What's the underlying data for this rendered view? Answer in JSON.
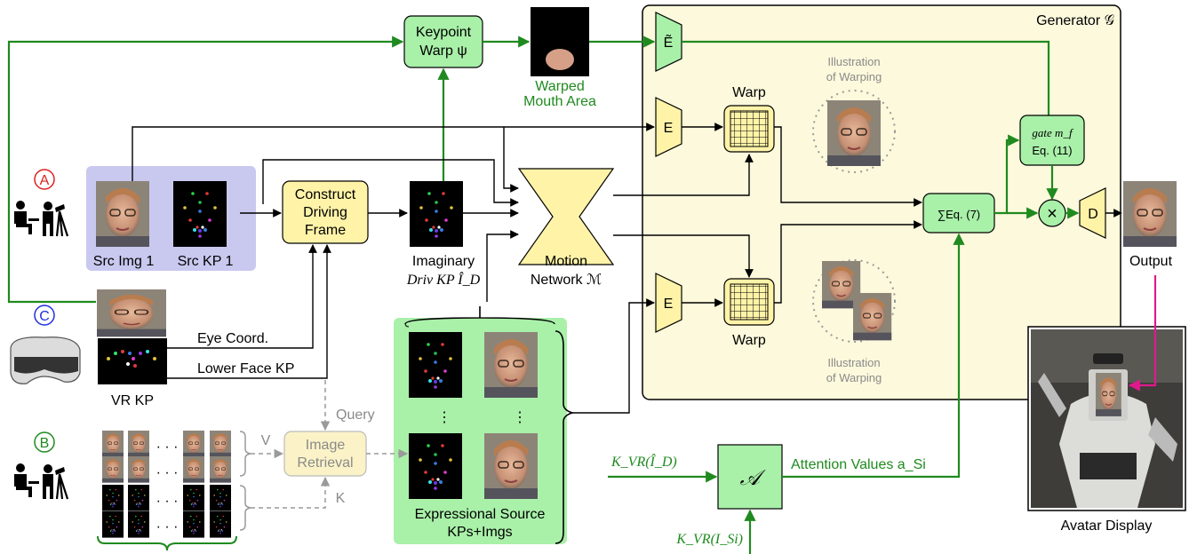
{
  "colors": {
    "green": "#1f8a1f",
    "green_fill": "#a9f0a9",
    "yellow_fill": "#fff3a8",
    "generator_bg": "#fdf9dc",
    "src_bg": "#c9c8ef",
    "magenta": "#e0198c",
    "faded": "#9a9a9a"
  },
  "labels": {
    "keypoint_warp_1": "Keypoint",
    "keypoint_warp_2": "Warp ψ",
    "warped_mouth_1": "Warped",
    "warped_mouth_2": "Mouth Area",
    "generator": "Generator 𝒢",
    "e_tilde": "Ẽ",
    "e": "E",
    "d": "D",
    "warp": "Warp",
    "illus_1": "Illustration",
    "illus_2": "of Warping",
    "gate_1": "gate m_f",
    "gate_2": "Eq. (11)",
    "sum": "∑Eq. (7)",
    "times": "×",
    "output": "Output",
    "src_img": "Src Img 1",
    "src_kp": "Src KP 1",
    "construct_1": "Construct",
    "construct_2": "Driving",
    "construct_3": "Frame",
    "imag_1": "Imaginary",
    "imag_2": "Driv KP Î_D",
    "motion_1": "Motion",
    "motion_2": "Network ℳ",
    "eye_coord": "Eye Coord.",
    "lower_face": "Lower Face KP",
    "vr_kp": "VR KP",
    "query": "Query",
    "v": "V",
    "k": "K",
    "retrieval_1": "Image",
    "retrieval_2": "Retrieval",
    "expr_1": "Expressional Source",
    "expr_2": "KPs+Imgs",
    "kvr_id": "K_VR(Î_D)",
    "attn": "𝒜",
    "attn_values": "Attention Values a_Si",
    "kvr_is": "K_VR(I_Si)",
    "avatar": "Avatar Display",
    "circle_a": "A",
    "circle_b": "B",
    "circle_c": "C",
    "dots": "· · ·",
    "vdots": "⋮"
  }
}
